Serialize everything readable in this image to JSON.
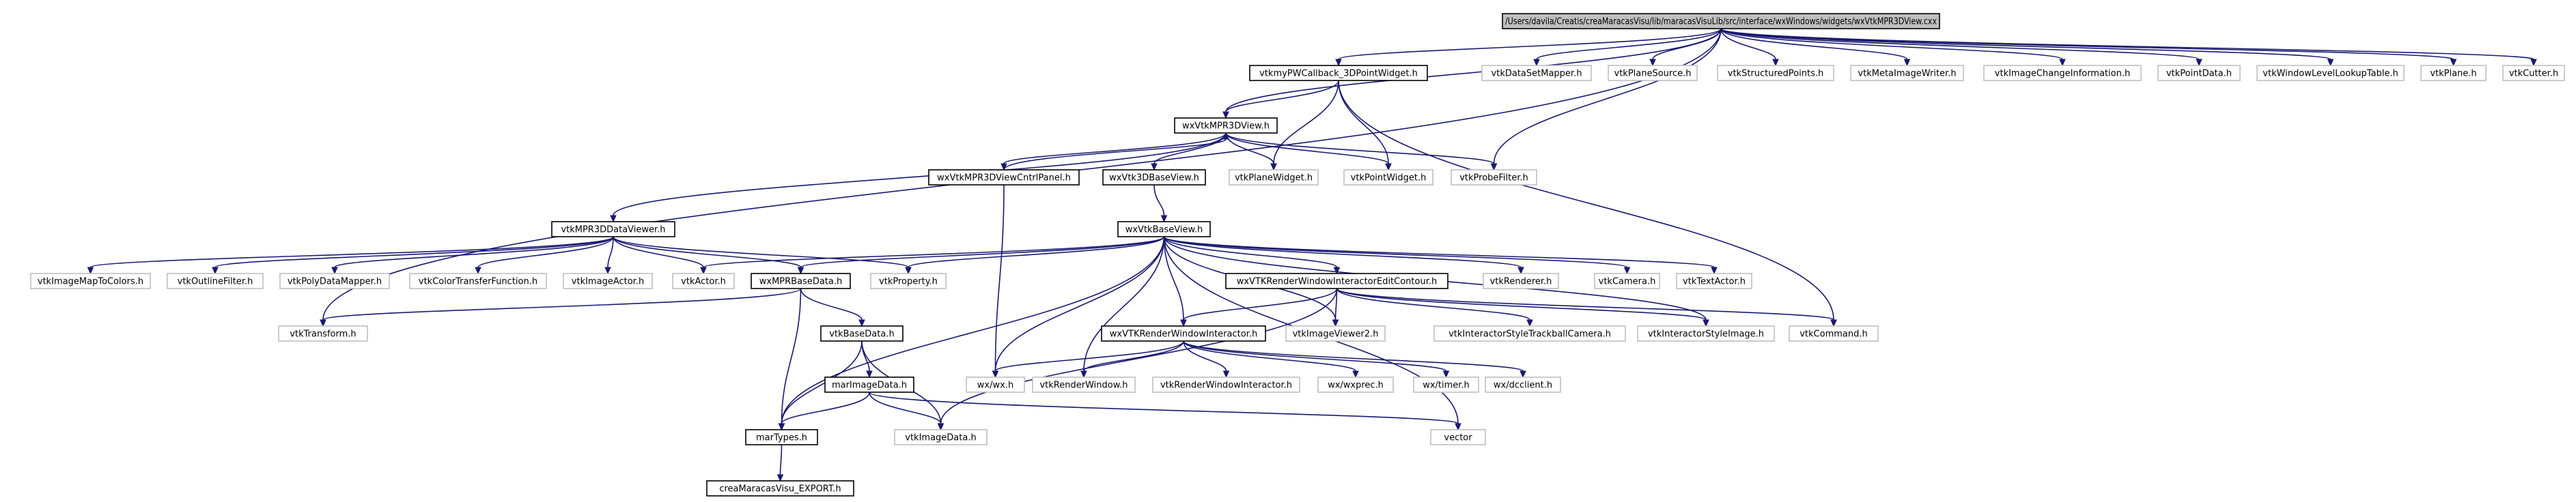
{
  "graph": {
    "edge_color": "#191970",
    "root_fill": "#bfbfbf",
    "external_border": "#bfbfbf",
    "nodes": [
      {
        "id": "root",
        "label": "/Users/davila/Creatis/creaMaracasVisu/lib/maracasVisuLib/src/interface/wxWindows/widgets/wxVtkMPR3DView.cxx",
        "kind": "root"
      },
      {
        "id": "vtkmyPWCallback",
        "label": "vtkmyPWCallback_3DPointWidget.h",
        "kind": "doc"
      },
      {
        "id": "vtkDataSetMapper",
        "label": "vtkDataSetMapper.h",
        "kind": "ext"
      },
      {
        "id": "vtkPlaneSource",
        "label": "vtkPlaneSource.h",
        "kind": "ext"
      },
      {
        "id": "vtkStructuredPoints",
        "label": "vtkStructuredPoints.h",
        "kind": "ext"
      },
      {
        "id": "vtkMetaImageWriter",
        "label": "vtkMetaImageWriter.h",
        "kind": "ext"
      },
      {
        "id": "vtkImageChangeInformation",
        "label": "vtkImageChangeInformation.h",
        "kind": "ext"
      },
      {
        "id": "vtkPointData",
        "label": "vtkPointData.h",
        "kind": "ext"
      },
      {
        "id": "vtkWindowLevelLookupTable",
        "label": "vtkWindowLevelLookupTable.h",
        "kind": "ext"
      },
      {
        "id": "vtkPlane",
        "label": "vtkPlane.h",
        "kind": "ext"
      },
      {
        "id": "vtkCutter",
        "label": "vtkCutter.h",
        "kind": "ext"
      },
      {
        "id": "wxVtkMPR3DView",
        "label": "wxVtkMPR3DView.h",
        "kind": "doc"
      },
      {
        "id": "wxVtkMPR3DViewCntrlPanel",
        "label": "wxVtkMPR3DViewCntrlPanel.h",
        "kind": "doc"
      },
      {
        "id": "wxVtk3DBaseView",
        "label": "wxVtk3DBaseView.h",
        "kind": "doc"
      },
      {
        "id": "vtkPlaneWidget",
        "label": "vtkPlaneWidget.h",
        "kind": "ext"
      },
      {
        "id": "vtkPointWidget",
        "label": "vtkPointWidget.h",
        "kind": "ext"
      },
      {
        "id": "vtkProbeFilter",
        "label": "vtkProbeFilter.h",
        "kind": "ext"
      },
      {
        "id": "vtkMPR3DDataViewer",
        "label": "vtkMPR3DDataViewer.h",
        "kind": "doc"
      },
      {
        "id": "wxVtkBaseView",
        "label": "wxVtkBaseView.h",
        "kind": "doc"
      },
      {
        "id": "vtkImageMapToColors",
        "label": "vtkImageMapToColors.h",
        "kind": "ext"
      },
      {
        "id": "vtkOutlineFilter",
        "label": "vtkOutlineFilter.h",
        "kind": "ext"
      },
      {
        "id": "vtkPolyDataMapper",
        "label": "vtkPolyDataMapper.h",
        "kind": "ext"
      },
      {
        "id": "vtkColorTransferFunction",
        "label": "vtkColorTransferFunction.h",
        "kind": "ext"
      },
      {
        "id": "vtkImageActor",
        "label": "vtkImageActor.h",
        "kind": "ext"
      },
      {
        "id": "vtkActor",
        "label": "vtkActor.h",
        "kind": "ext"
      },
      {
        "id": "wxMPRBaseData",
        "label": "wxMPRBaseData.h",
        "kind": "doc"
      },
      {
        "id": "vtkProperty",
        "label": "vtkProperty.h",
        "kind": "ext"
      },
      {
        "id": "wxVTKRenderWindowInteractorEditContour",
        "label": "wxVTKRenderWindowInteractorEditContour.h",
        "kind": "doc"
      },
      {
        "id": "vtkRenderer",
        "label": "vtkRenderer.h",
        "kind": "ext"
      },
      {
        "id": "vtkCamera",
        "label": "vtkCamera.h",
        "kind": "ext"
      },
      {
        "id": "vtkTextActor",
        "label": "vtkTextActor.h",
        "kind": "ext"
      },
      {
        "id": "vtkTransform",
        "label": "vtkTransform.h",
        "kind": "ext"
      },
      {
        "id": "vtkBaseData",
        "label": "vtkBaseData.h",
        "kind": "doc"
      },
      {
        "id": "wxVTKRenderWindowInteractor",
        "label": "wxVTKRenderWindowInteractor.h",
        "kind": "doc"
      },
      {
        "id": "vtkImageViewer2",
        "label": "vtkImageViewer2.h",
        "kind": "ext"
      },
      {
        "id": "vtkInteractorStyleTrackballCamera",
        "label": "vtkInteractorStyleTrackballCamera.h",
        "kind": "ext"
      },
      {
        "id": "vtkInteractorStyleImage",
        "label": "vtkInteractorStyleImage.h",
        "kind": "ext"
      },
      {
        "id": "vtkCommand",
        "label": "vtkCommand.h",
        "kind": "ext"
      },
      {
        "id": "marImageData",
        "label": "marImageData.h",
        "kind": "doc"
      },
      {
        "id": "wxwx",
        "label": "wx/wx.h",
        "kind": "ext"
      },
      {
        "id": "vtkRenderWindow",
        "label": "vtkRenderWindow.h",
        "kind": "ext"
      },
      {
        "id": "vtkRenderWindowInteractor",
        "label": "vtkRenderWindowInteractor.h",
        "kind": "ext"
      },
      {
        "id": "wxprec",
        "label": "wx/wxprec.h",
        "kind": "ext"
      },
      {
        "id": "wxtimer",
        "label": "wx/timer.h",
        "kind": "ext"
      },
      {
        "id": "wxdcclient",
        "label": "wx/dcclient.h",
        "kind": "ext"
      },
      {
        "id": "marTypes",
        "label": "marTypes.h",
        "kind": "doc"
      },
      {
        "id": "vtkImageData",
        "label": "vtkImageData.h",
        "kind": "ext"
      },
      {
        "id": "vector",
        "label": "vector",
        "kind": "ext"
      },
      {
        "id": "creaMaracasVisu_EXPORT",
        "label": "creaMaracasVisu_EXPORT.h",
        "kind": "doc"
      }
    ],
    "edges": [
      [
        "root",
        "vtkmyPWCallback"
      ],
      [
        "root",
        "vtkDataSetMapper"
      ],
      [
        "root",
        "vtkPlaneSource"
      ],
      [
        "root",
        "vtkStructuredPoints"
      ],
      [
        "root",
        "vtkMetaImageWriter"
      ],
      [
        "root",
        "vtkImageChangeInformation"
      ],
      [
        "root",
        "vtkPointData"
      ],
      [
        "root",
        "vtkWindowLevelLookupTable"
      ],
      [
        "root",
        "vtkPlane"
      ],
      [
        "root",
        "vtkCutter"
      ],
      [
        "root",
        "wxVtkMPR3DView"
      ],
      [
        "root",
        "vtkProbeFilter"
      ],
      [
        "root",
        "vtkTransform"
      ],
      [
        "vtkmyPWCallback",
        "wxVtkMPR3DView"
      ],
      [
        "vtkmyPWCallback",
        "vtkPlaneWidget"
      ],
      [
        "vtkmyPWCallback",
        "vtkPointWidget"
      ],
      [
        "vtkmyPWCallback",
        "vtkCommand"
      ],
      [
        "wxVtkMPR3DView",
        "wxVtkMPR3DViewCntrlPanel"
      ],
      [
        "wxVtkMPR3DView",
        "wxVtk3DBaseView"
      ],
      [
        "wxVtkMPR3DView",
        "vtkPlaneWidget"
      ],
      [
        "wxVtkMPR3DView",
        "vtkPointWidget"
      ],
      [
        "wxVtkMPR3DView",
        "vtkProbeFilter"
      ],
      [
        "wxVtkMPR3DView",
        "vtkMPR3DDataViewer"
      ],
      [
        "wxVtkMPR3DViewCntrlPanel",
        "wxVtkMPR3DView"
      ],
      [
        "wxVtkMPR3DViewCntrlPanel",
        "wxwx"
      ],
      [
        "wxVtk3DBaseView",
        "wxVtkBaseView"
      ],
      [
        "vtkMPR3DDataViewer",
        "vtkImageMapToColors"
      ],
      [
        "vtkMPR3DDataViewer",
        "vtkOutlineFilter"
      ],
      [
        "vtkMPR3DDataViewer",
        "vtkPolyDataMapper"
      ],
      [
        "vtkMPR3DDataViewer",
        "vtkColorTransferFunction"
      ],
      [
        "vtkMPR3DDataViewer",
        "vtkImageActor"
      ],
      [
        "vtkMPR3DDataViewer",
        "vtkActor"
      ],
      [
        "vtkMPR3DDataViewer",
        "wxMPRBaseData"
      ],
      [
        "vtkMPR3DDataViewer",
        "vtkProperty"
      ],
      [
        "wxVtkBaseView",
        "vtkActor"
      ],
      [
        "wxVtkBaseView",
        "wxMPRBaseData"
      ],
      [
        "wxVtkBaseView",
        "vtkProperty"
      ],
      [
        "wxVtkBaseView",
        "wxVTKRenderWindowInteractorEditContour"
      ],
      [
        "wxVtkBaseView",
        "vtkRenderer"
      ],
      [
        "wxVtkBaseView",
        "vtkCamera"
      ],
      [
        "wxVtkBaseView",
        "vtkTextActor"
      ],
      [
        "wxVtkBaseView",
        "wxVTKRenderWindowInteractor"
      ],
      [
        "wxVtkBaseView",
        "vtkImageViewer2"
      ],
      [
        "wxVtkBaseView",
        "vtkInteractorStyleImage"
      ],
      [
        "wxVtkBaseView",
        "wxwx"
      ],
      [
        "wxVtkBaseView",
        "vtkRenderWindow"
      ],
      [
        "wxVtkBaseView",
        "marTypes"
      ],
      [
        "wxVtkBaseView",
        "vector"
      ],
      [
        "wxMPRBaseData",
        "vtkTransform"
      ],
      [
        "wxMPRBaseData",
        "vtkBaseData"
      ],
      [
        "wxMPRBaseData",
        "marTypes"
      ],
      [
        "wxVTKRenderWindowInteractorEditContour",
        "wxVTKRenderWindowInteractor"
      ],
      [
        "wxVTKRenderWindowInteractorEditContour",
        "vtkImageViewer2"
      ],
      [
        "wxVTKRenderWindowInteractorEditContour",
        "vtkInteractorStyleTrackballCamera"
      ],
      [
        "wxVTKRenderWindowInteractorEditContour",
        "vtkInteractorStyleImage"
      ],
      [
        "wxVTKRenderWindowInteractorEditContour",
        "vtkCommand"
      ],
      [
        "wxVTKRenderWindowInteractorEditContour",
        "vtkImageData"
      ],
      [
        "vtkBaseData",
        "marImageData"
      ],
      [
        "vtkBaseData",
        "marTypes"
      ],
      [
        "vtkBaseData",
        "vtkImageData"
      ],
      [
        "wxVTKRenderWindowInteractor",
        "wxwx"
      ],
      [
        "wxVTKRenderWindowInteractor",
        "vtkRenderWindow"
      ],
      [
        "wxVTKRenderWindowInteractor",
        "vtkRenderWindowInteractor"
      ],
      [
        "wxVTKRenderWindowInteractor",
        "wxprec"
      ],
      [
        "wxVTKRenderWindowInteractor",
        "wxtimer"
      ],
      [
        "wxVTKRenderWindowInteractor",
        "wxdcclient"
      ],
      [
        "marImageData",
        "marTypes"
      ],
      [
        "marImageData",
        "vtkImageData"
      ],
      [
        "marImageData",
        "vector"
      ],
      [
        "marTypes",
        "creaMaracasVisu_EXPORT"
      ]
    ]
  }
}
